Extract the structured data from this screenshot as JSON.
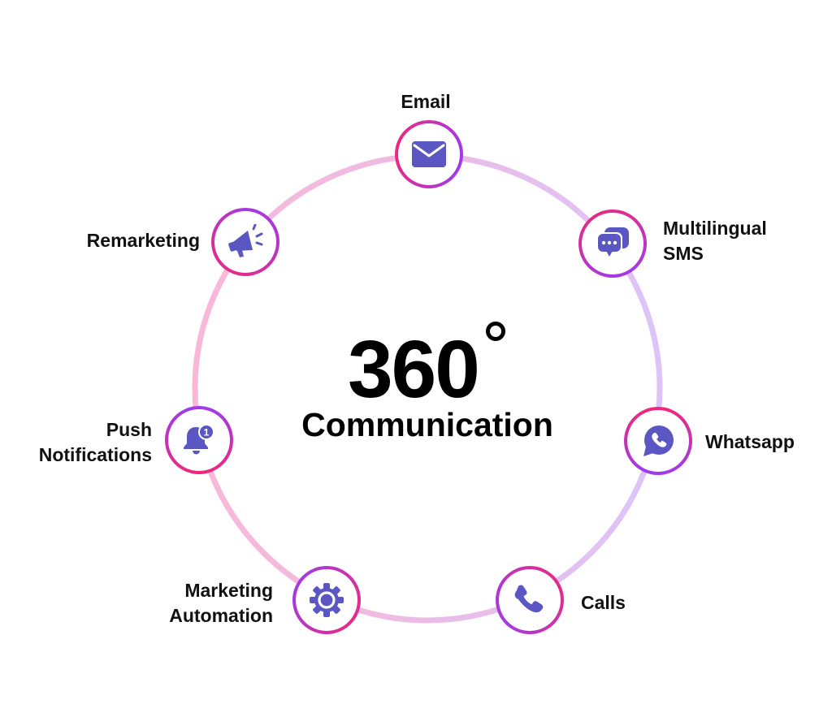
{
  "title": {
    "number": "360",
    "degree_symbol": "°",
    "subtitle": "Communication"
  },
  "colors": {
    "ring_left": "#f9b8d8",
    "ring_right": "#dcc4f8",
    "node_border_pink": "#f0287a",
    "node_border_purple": "#9a3cf0",
    "icon_fill": "#5a57c2",
    "text": "#111111"
  },
  "channels": [
    {
      "id": "email",
      "label": "Email",
      "icon": "envelope-icon"
    },
    {
      "id": "sms",
      "label_line1": "Multilingual",
      "label_line2": "SMS",
      "icon": "chat-bubbles-icon"
    },
    {
      "id": "whatsapp",
      "label": "Whatsapp",
      "icon": "whatsapp-icon"
    },
    {
      "id": "calls",
      "label": "Calls",
      "icon": "phone-icon"
    },
    {
      "id": "automation",
      "label_line1": "Marketing",
      "label_line2": "Automation",
      "icon": "gear-icon"
    },
    {
      "id": "push",
      "label_line1": "Push",
      "label_line2": "Notifications",
      "icon": "bell-notification-icon",
      "badge": "1"
    },
    {
      "id": "remarketing",
      "label": "Remarketing",
      "icon": "megaphone-icon"
    }
  ]
}
